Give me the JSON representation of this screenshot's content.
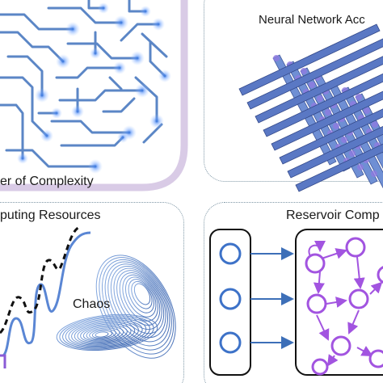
{
  "panels": {
    "complexity": {
      "label": "er of Complexity",
      "accent_color": "#d9cbe6",
      "trace_color": "#5b86c6",
      "node_color": "#3a78e0"
    },
    "neural_network": {
      "label": "Neural Network Acc",
      "bar_color": "#5a78c4",
      "junction_color": "#8f7be0"
    },
    "computing_resources": {
      "label": "puting Resources",
      "chaos_label": "Chaos",
      "curve_color": "#5a86d4",
      "dashed_color": "#111111"
    },
    "reservoir": {
      "label": "Reservoir Comp",
      "input_node_color": "#3d72c8",
      "reservoir_node_color": "#a254e0",
      "arrow_color": "#3d6fb8"
    }
  },
  "icons": [
    "brain-circuit-icon",
    "crossbar-array-icon",
    "lorenz-attractor-icon",
    "reservoir-network-icon"
  ]
}
